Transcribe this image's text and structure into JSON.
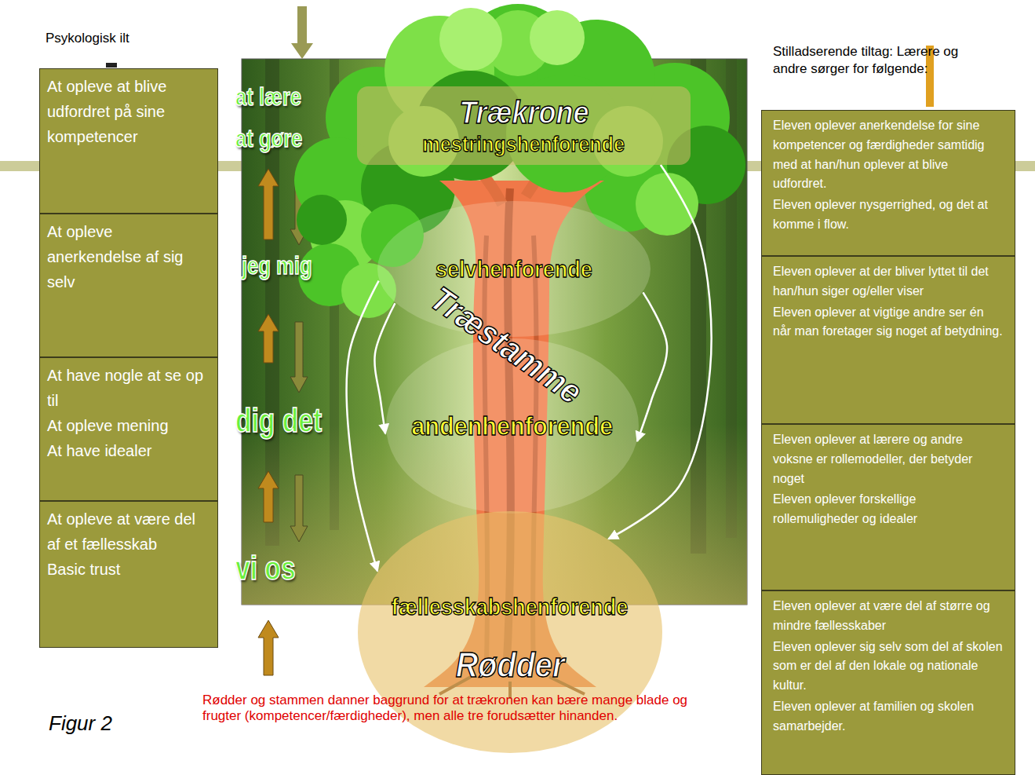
{
  "diagram": {
    "caption": "Figur 2",
    "nodes": [
      {
        "text": [
          "At opleve at blive udfordret på sine kompetencer"
        ]
      },
      {
        "text": [
          "At opleve anerkendelse af sig selv"
        ]
      },
      {
        "text": [
          "At have nogle at se op til",
          "At opleve mening",
          "At have idealer"
        ]
      },
      {
        "text": [
          "At opleve at være del af et fællesskab",
          "Basic trust"
        ]
      },
      {
        "text": [
          "Trækrone",
          "mestringshenforende"
        ]
      },
      {
        "text": [
          "selvhenforende"
        ]
      },
      {
        "text": [
          "andenhenforende"
        ]
      },
      {
        "text": [
          "fællesskabshenforende",
          "Rødder"
        ]
      },
      {
        "text": [
          "Eleven oplever anerkendelse for sine kompetencer og færdigheder samtidig med at han/hun oplever at blive udfordret.",
          "Eleven oplever nysgerrighed, og det at komme i flow."
        ]
      },
      {
        "text": [
          "Eleven oplever at der bliver lyttet til det han/hun siger og/eller viser",
          "Eleven oplever at vigtige andre ser én når man foretager sig noget af betydning."
        ]
      },
      {
        "text": [
          "Eleven oplever at lærere og andre voksne er rollemodeller, der betyder noget",
          "Eleven oplever forskellige rollemuligheder og idealer"
        ]
      },
      {
        "text": [
          "Eleven oplever at være del af større og mindre fællesskaber",
          "Eleven oplever sig selv som del af skolen som er del af den lokale og nationale kultur.",
          "Eleven oplever at familien og skolen samarbejder."
        ]
      }
    ],
    "edges": [
      {
        "from": 4,
        "to": 7,
        "arrow": "to"
      },
      {
        "from": 5,
        "to": 6,
        "arrow": "to"
      },
      {
        "from": 5,
        "to": 6,
        "arrow": "to"
      },
      {
        "from": 5,
        "to": 7,
        "arrow": "to"
      }
    ],
    "labels": [
      "Psykologisk ilt",
      "Stilladserende tiltag: Lærere og andre sørger for følgende:",
      "at lære",
      "at gøre",
      "jeg mig",
      "dig det",
      "vi os",
      "Træstamme",
      "Rødder og stammen danner baggrund for at trækronen kan bære mange blade og frugter (kompetencer/færdigheder), men alle tre forudsætter hinanden."
    ]
  }
}
